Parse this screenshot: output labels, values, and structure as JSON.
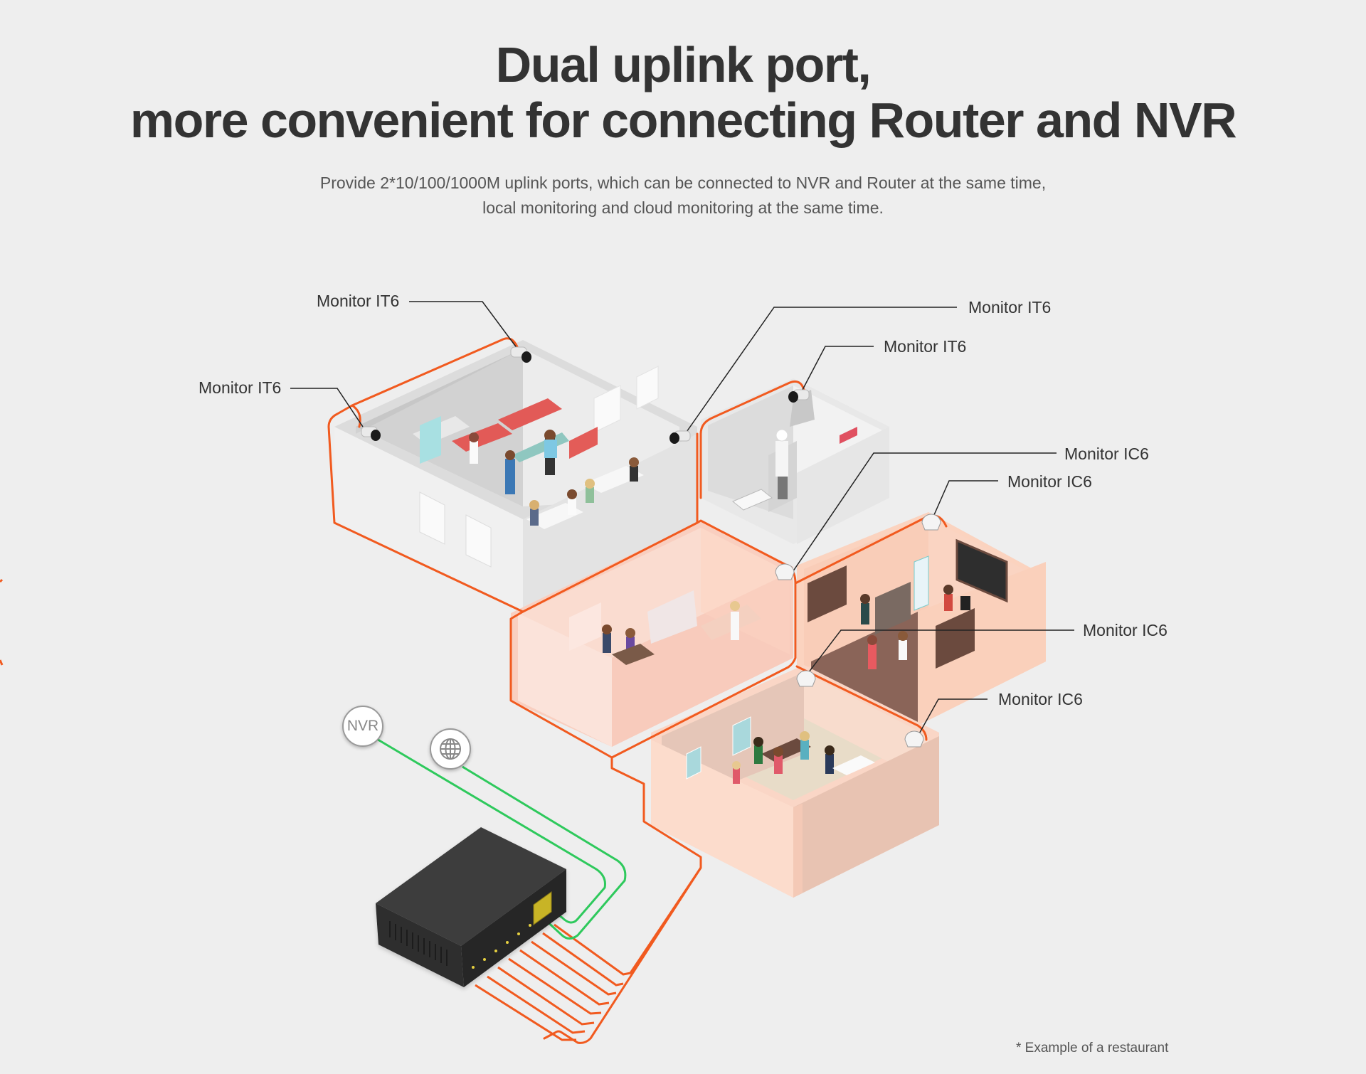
{
  "header": {
    "title_line1": "Dual uplink port,",
    "title_line2": "more convenient for connecting Router and NVR",
    "subtitle_line1": "Provide 2*10/100/1000M uplink ports, which can be connected to NVR and Router at the same time,",
    "subtitle_line2": "local monitoring and cloud monitoring at the same time."
  },
  "callouts": [
    {
      "label": "Monitor IT6",
      "camera_type": "bullet-camera",
      "room": "dining-hall"
    },
    {
      "label": "Monitor IT6",
      "camera_type": "bullet-camera",
      "room": "dining-hall"
    },
    {
      "label": "Monitor IT6",
      "camera_type": "bullet-camera",
      "room": "dining-hall"
    },
    {
      "label": "Monitor IT6",
      "camera_type": "bullet-camera",
      "room": "kitchen"
    },
    {
      "label": "Monitor IC6",
      "camera_type": "dome-camera",
      "room": "dessert-counter"
    },
    {
      "label": "Monitor IC6",
      "camera_type": "dome-camera",
      "room": "cafe"
    },
    {
      "label": "Monitor IC6",
      "camera_type": "dome-camera",
      "room": "booth-room"
    },
    {
      "label": "Monitor IC6",
      "camera_type": "dome-camera",
      "room": "booth-room"
    }
  ],
  "uplinks": [
    {
      "label": "NVR",
      "icon": "nvr-node"
    },
    {
      "label": "",
      "icon": "globe-icon"
    }
  ],
  "switch": {
    "name": "PoE switch",
    "uplink_ports": 2,
    "poe_ports": 8
  },
  "colors": {
    "background": "#eeeeee",
    "poe_cable": "#f15a1f",
    "uplink_cable": "#2ec95c",
    "text": "#333333",
    "warm_room": "#fbd3bf",
    "grey_room": "#d9d9d9"
  },
  "footnote": "* Example of a restaurant"
}
